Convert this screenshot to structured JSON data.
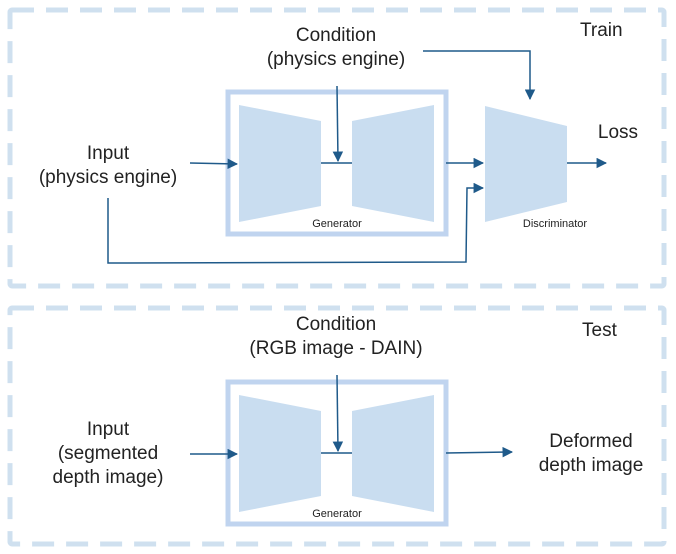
{
  "colors": {
    "accent_fill": "#c9ddf0",
    "frame_stroke": "#c0d4ef",
    "dashed_border": "#cfe0ef",
    "arrow": "#1f5a8a",
    "text": "#222222"
  },
  "train": {
    "section_label": "Train",
    "condition_lines": [
      "Condition",
      "(physics engine)"
    ],
    "input_lines": [
      "Input",
      "(physics engine)"
    ],
    "generator_label": "Generator",
    "discriminator_label": "Discriminator",
    "output_label": "Loss"
  },
  "test": {
    "section_label": "Test",
    "condition_lines": [
      "Condition",
      "(RGB image - DAIN)"
    ],
    "input_lines": [
      "Input",
      "(segmented",
      "depth image)"
    ],
    "generator_label": "Generator",
    "output_lines": [
      "Deformed",
      "depth image"
    ]
  }
}
